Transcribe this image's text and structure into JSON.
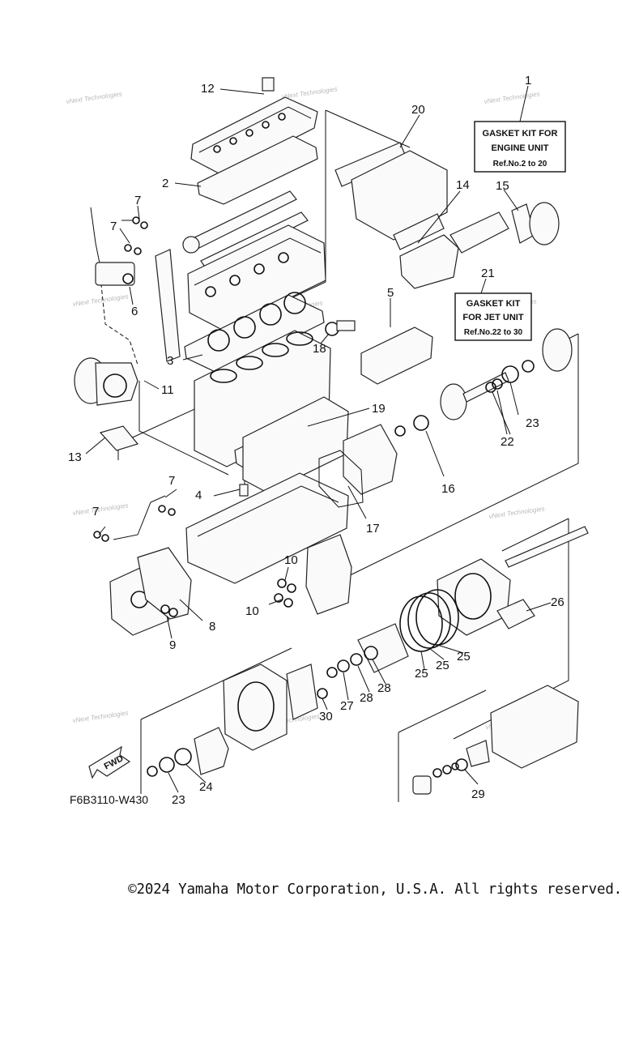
{
  "diagram_code": "F6B3110-W430",
  "copyright": "©2024 Yamaha Motor Corporation, U.S.A. All rights reserved.",
  "watermark": "vNext Technologies",
  "fwd_label": "FWD",
  "kits": [
    {
      "lines": [
        "GASKET KIT FOR",
        "ENGINE UNIT",
        "Ref.No.2 to 20"
      ]
    },
    {
      "lines": [
        "GASKET KIT",
        "FOR JET UNIT",
        "Ref.No.22 to 30"
      ]
    }
  ],
  "labels": {
    "l1": "1",
    "l2": "2",
    "l3": "3",
    "l4": "4",
    "l5": "5",
    "l6": "6",
    "l7a": "7",
    "l7b": "7",
    "l7c": "7",
    "l7d": "7",
    "l8": "8",
    "l9": "9",
    "l10a": "10",
    "l10b": "10",
    "l11": "11",
    "l12": "12",
    "l13": "13",
    "l14": "14",
    "l15": "15",
    "l16": "16",
    "l17": "17",
    "l18": "18",
    "l19": "19",
    "l20": "20",
    "l21": "21",
    "l22": "22",
    "l23a": "23",
    "l23b": "23",
    "l24": "24",
    "l25a": "25",
    "l25b": "25",
    "l25c": "25",
    "l26": "26",
    "l27": "27",
    "l28a": "28",
    "l28b": "28",
    "l29": "29",
    "l30": "30"
  }
}
